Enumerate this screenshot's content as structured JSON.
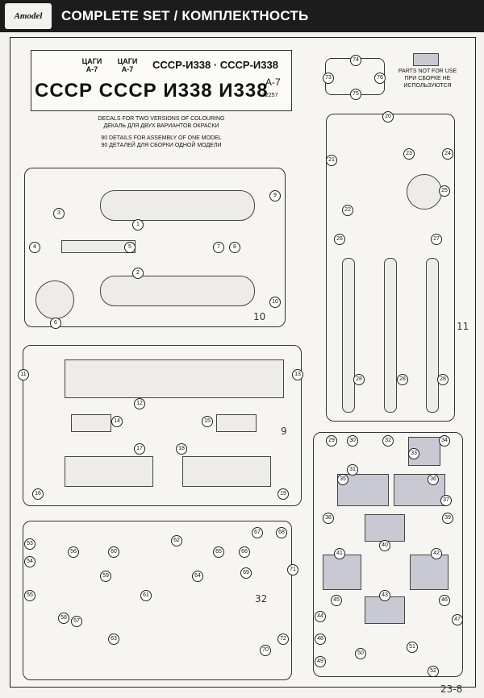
{
  "header": {
    "logo": "Amodel",
    "title": "COMPLETE SET / КОМПЛЕКТНОСТЬ"
  },
  "decals": {
    "line1_a": "ЦАГИ",
    "line1_b": "А-7",
    "line1_c": "ЦАГИ",
    "line1_d": "А-7",
    "line1_e": "СССР-И338",
    "line1_f": "СССР-И338",
    "big": "СССР СССР И338 И338",
    "model": "А-7",
    "code": "72257"
  },
  "notes": {
    "en1": "DECALS FOR TWO VERSIONS OF COLOURING",
    "ru1": "ДЕКАЛЬ ДЛЯ ДВУХ ВАРИАНТОВ ОКРАСКИ",
    "en2": "90 DETAILS FOR ASSEMBLY OF ONE MODEL",
    "ru2": "90 ДЕТАЛЕЙ ДЛЯ СБОРКИ ОДНОЙ МОДЕЛИ",
    "parts_not": "PARTS NOT FOR USE",
    "ru_not": "ПРИ СБОРКЕ НЕ ИСПОЛЬЗУЮТСЯ"
  },
  "handwritten": {
    "a": "10",
    "b": "11",
    "c": "9",
    "d": "32",
    "page": "23-8"
  },
  "numbers": [
    "1",
    "2",
    "3",
    "4",
    "5",
    "6",
    "7",
    "8",
    "9",
    "10",
    "11",
    "12",
    "13",
    "14",
    "15",
    "16",
    "17",
    "18",
    "19",
    "20",
    "21",
    "22",
    "23",
    "24",
    "25",
    "26",
    "27",
    "28",
    "29",
    "30",
    "31",
    "32",
    "33",
    "34",
    "35",
    "36",
    "37",
    "38",
    "39",
    "40",
    "41",
    "42",
    "43",
    "44",
    "45",
    "46",
    "47",
    "48",
    "49",
    "50",
    "51",
    "52",
    "53",
    "54",
    "55",
    "56",
    "57",
    "58",
    "59",
    "60",
    "61",
    "62",
    "63",
    "64",
    "65",
    "66",
    "67",
    "68",
    "69",
    "70",
    "71",
    "72",
    "73",
    "74",
    "75",
    "76"
  ]
}
